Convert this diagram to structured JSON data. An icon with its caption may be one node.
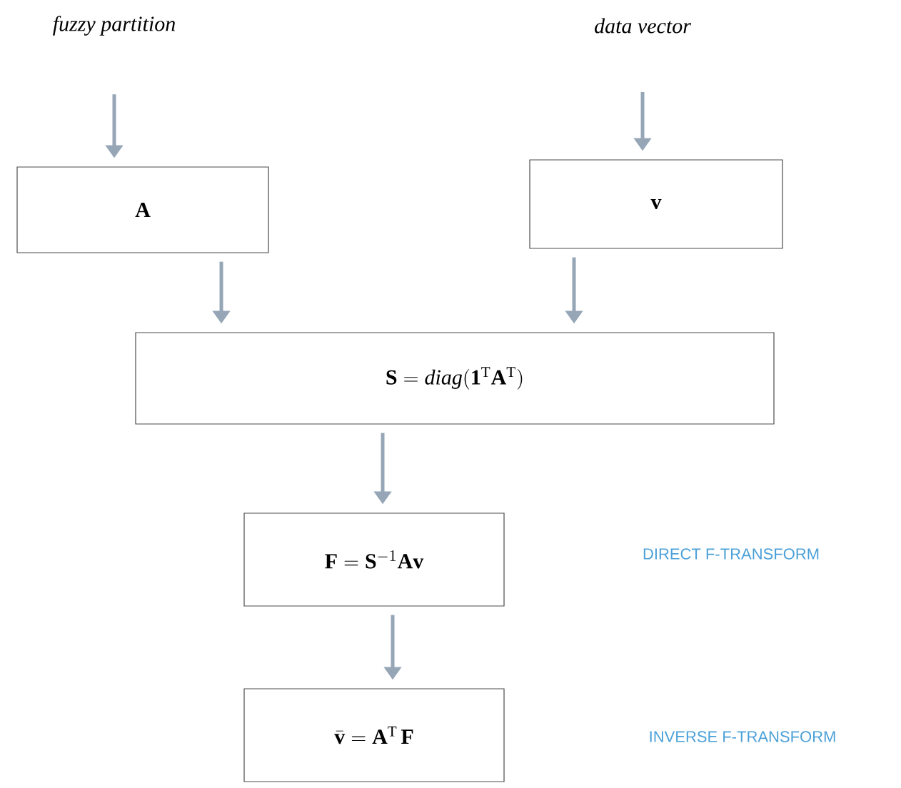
{
  "diagram": {
    "nodes": [
      {
        "text": [
          "fuzzy partition"
        ]
      },
      {
        "text": [
          "data vector"
        ]
      },
      {
        "text": [
          "A"
        ]
      },
      {
        "text": [
          "v"
        ]
      },
      {
        "text": [
          "\\mathbf{S} = \\mathit{diag}(\\mathbf{1}^{\\mathrm{T}}\\mathbf{A}^{\\mathrm{T}})"
        ]
      },
      {
        "text": [
          "\\mathbf{F}= \\mathbf{S}^{-1}\\mathbf{A}\\mathbf{v}"
        ]
      },
      {
        "text": [
          "\\bar{\\mathbf{v}} = \\mathbf{A}^{\\mathrm{T}}\\,\\mathbf{F}"
        ]
      }
    ],
    "labels": [
      "DIRECT F-TRANSFORM",
      "INVERSE F-TRANSFORM"
    ],
    "edges": [
      {
        "from": 0,
        "to": 2,
        "arrow": "to"
      },
      {
        "from": 1,
        "to": 3,
        "arrow": "to"
      },
      {
        "from": 2,
        "to": 4,
        "arrow": "to"
      },
      {
        "from": 3,
        "to": 4,
        "arrow": "to"
      },
      {
        "from": 4,
        "to": 5,
        "arrow": "to"
      },
      {
        "from": 5,
        "to": 6,
        "arrow": "to"
      }
    ]
  }
}
